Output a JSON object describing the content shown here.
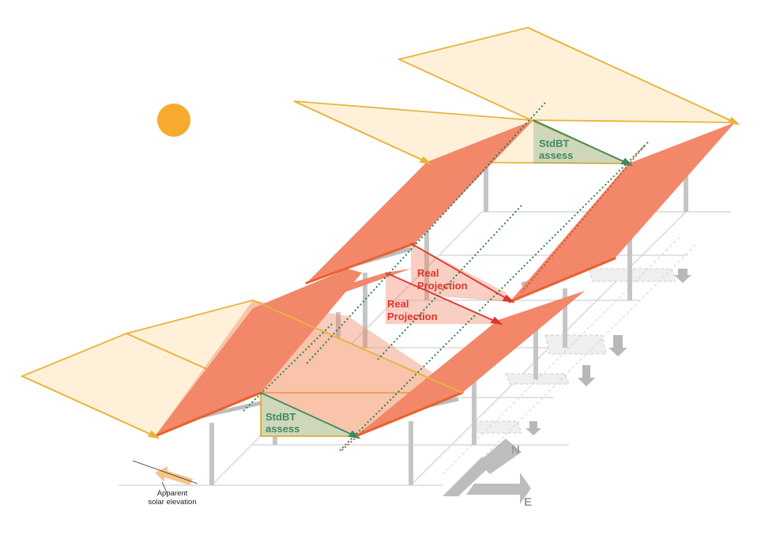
{
  "labels": {
    "stdbt_assess": [
      "StdBT",
      "assess"
    ],
    "real_projection": [
      "Real",
      "Projection"
    ],
    "compass_north": "N",
    "compass_east": "E",
    "caption": [
      "Apparent",
      "solar elevation"
    ]
  },
  "colors": {
    "sun": "#F6AB2E",
    "panel": "#F2876A",
    "panel_edge": "#E9602E",
    "shadow_projection": "#FFF1D9",
    "shadow_outline": "#E9B43C",
    "stdbt": "#3F8A63",
    "real": "#E0342C",
    "structure": "#C5C5C5",
    "ground_line": "#DADADA"
  },
  "icons": [
    "sun-icon",
    "compass-icon",
    "sun-ray-arrow-icon",
    "down-arrow-icon"
  ]
}
